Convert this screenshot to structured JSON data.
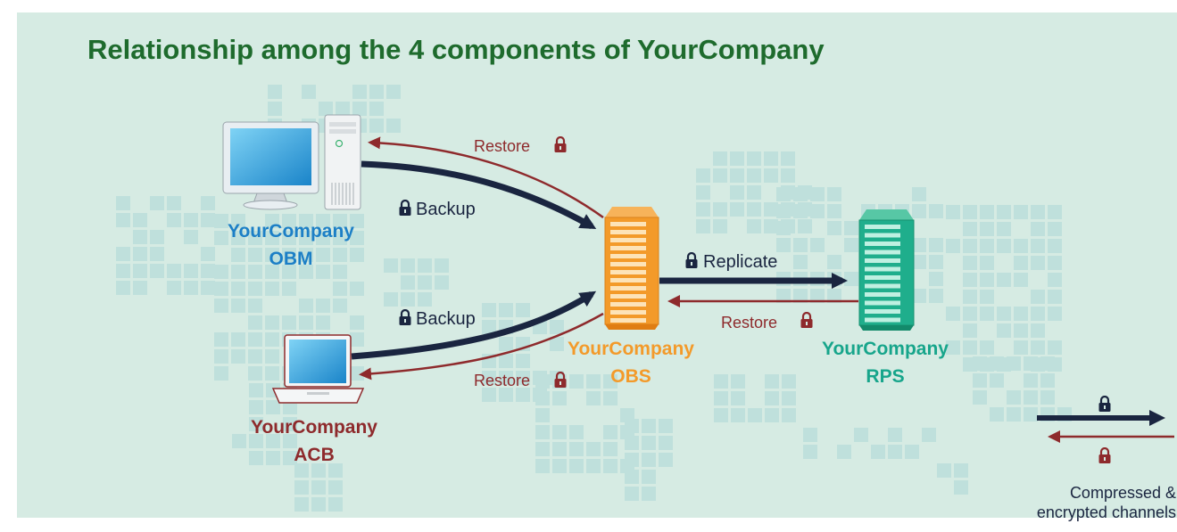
{
  "title": "Relationship among the 4 components of YourCompany",
  "colors": {
    "background": "#d6ebe3",
    "title": "#1e6b2d",
    "obm": "#1c7fc6",
    "acb": "#8e2a2c",
    "obs": "#f39a2a",
    "rps": "#17a58b",
    "backup_arrow": "#1a2540",
    "restore_arrow": "#8e2a2c",
    "map_tile": "#bfe0dc"
  },
  "components": {
    "obm": {
      "name": "YourCompany",
      "code": "OBM"
    },
    "acb": {
      "name": "YourCompany",
      "code": "ACB"
    },
    "obs": {
      "name": "YourCompany",
      "code": "OBS"
    },
    "rps": {
      "name": "YourCompany",
      "code": "RPS"
    }
  },
  "labels": {
    "restore_top": "Restore",
    "backup_top": "Backup",
    "backup_bottom": "Backup",
    "restore_bottom": "Restore",
    "replicate": "Replicate",
    "restore_rps": "Restore"
  },
  "legend": {
    "line1": "Compressed &",
    "line2": "encrypted channels"
  },
  "icons": [
    "lock-icon",
    "desktop-monitor-icon",
    "tower-pc-icon",
    "laptop-icon",
    "obs-server-icon",
    "rps-server-icon"
  ]
}
